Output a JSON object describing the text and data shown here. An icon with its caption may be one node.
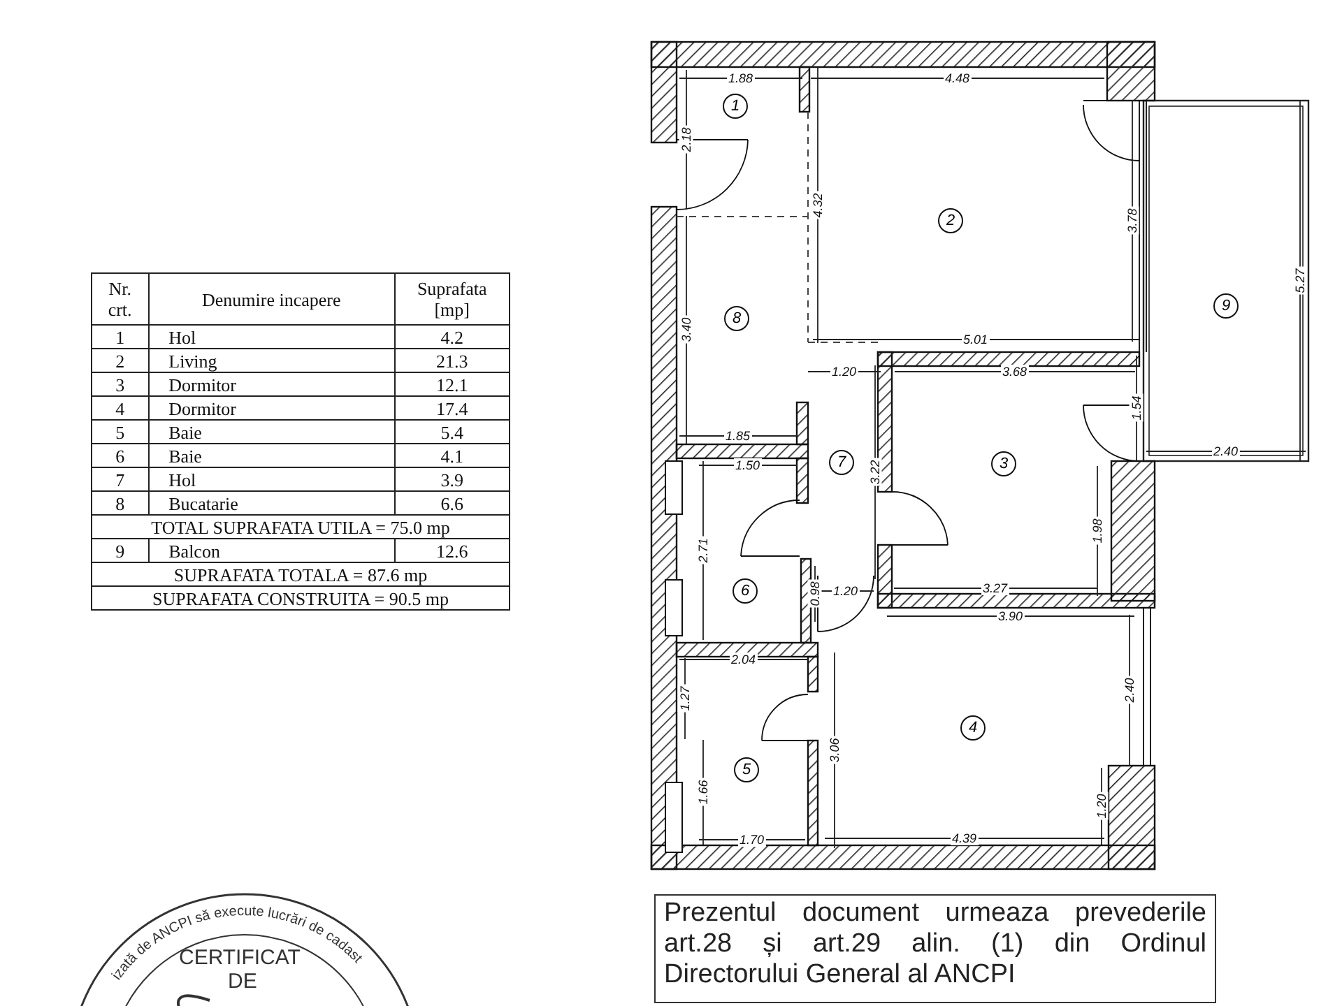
{
  "diagram": {
    "nodes": [
      {
        "text": [
          "1"
        ]
      },
      {
        "text": [
          "2"
        ]
      },
      {
        "text": [
          "8"
        ]
      },
      {
        "text": [
          "9"
        ]
      },
      {
        "text": [
          "7"
        ]
      },
      {
        "text": [
          "3"
        ]
      },
      {
        "text": [
          "6"
        ]
      },
      {
        "text": [
          "4"
        ]
      },
      {
        "text": [
          "5"
        ]
      }
    ],
    "edges": [],
    "labels": [
      "Nr. crt.",
      "Denumire incapere",
      "Suprafata [mp]",
      "1",
      "Hol",
      "4.2",
      "2",
      "Living",
      "21.3",
      "3",
      "Dormitor",
      "12.1",
      "4",
      "Dormitor",
      "17.4",
      "5",
      "Baie",
      "5.4",
      "6",
      "Baie",
      "4.1",
      "7",
      "Hol",
      "3.9",
      "8",
      "Bucatarie",
      "6.6",
      "TOTAL SUPRAFATA UTILA = 75.0 mp",
      "9",
      "Balcon",
      "12.6",
      "SUPRAFATA TOTALA = 87.6 mp",
      "SUPRAFATA CONSTRUITA = 90.5 mp",
      "1.88",
      "4.48",
      "2.18",
      "4.32",
      "3.78",
      "5.27",
      "3.40",
      "5.01",
      "1.20",
      "3.68",
      "1.54",
      "2.40",
      "1.85",
      "1.50",
      "3.22",
      "2.71",
      "1.98",
      "1.20",
      "0.98",
      "3.27",
      "3.90",
      "2.04",
      "1.27",
      "2.40",
      "3.06",
      "1.66",
      "1.20",
      "1.70",
      "4.39",
      "izată de ANCPI să execute lucrări de cadast",
      "CERTIFICAT",
      "DE",
      "Prezentul document urmeaza prevederile art.28 și art.29 alin. (1) din Ordinul Directorului General al ANCPI"
    ]
  }
}
